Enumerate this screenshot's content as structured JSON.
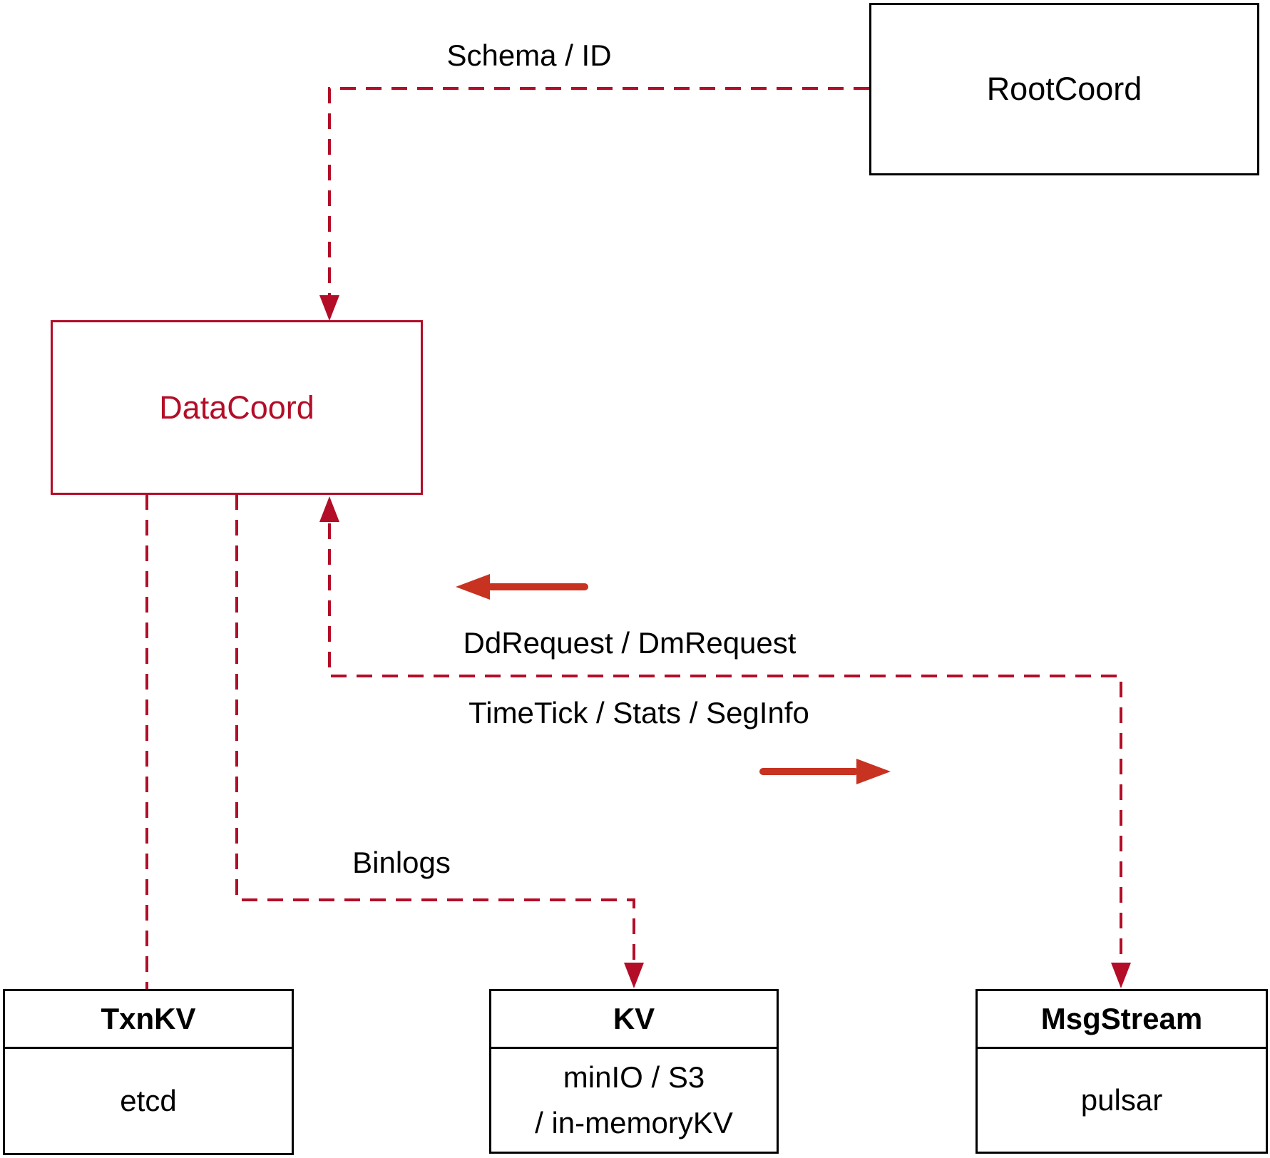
{
  "colors": {
    "connector_red": "#b30d28",
    "arrow_red": "#c83220",
    "border_black": "#000000",
    "text_black": "#000000",
    "background": "#ffffff"
  },
  "nodes": {
    "rootcoord": {
      "label": "RootCoord"
    },
    "datacoord": {
      "label": "DataCoord"
    },
    "txnkv": {
      "title": "TxnKV",
      "body": "etcd"
    },
    "kv": {
      "title": "KV",
      "body_line1": "minIO / S3",
      "body_line2": "/ in-memoryKV"
    },
    "msgstream": {
      "title": "MsgStream",
      "body": "pulsar"
    }
  },
  "edge_labels": {
    "schema_id": "Schema / ID",
    "dd_request": "DdRequest / DmRequest",
    "time_tick": "TimeTick / Stats / SegInfo",
    "binlogs": "Binlogs"
  }
}
